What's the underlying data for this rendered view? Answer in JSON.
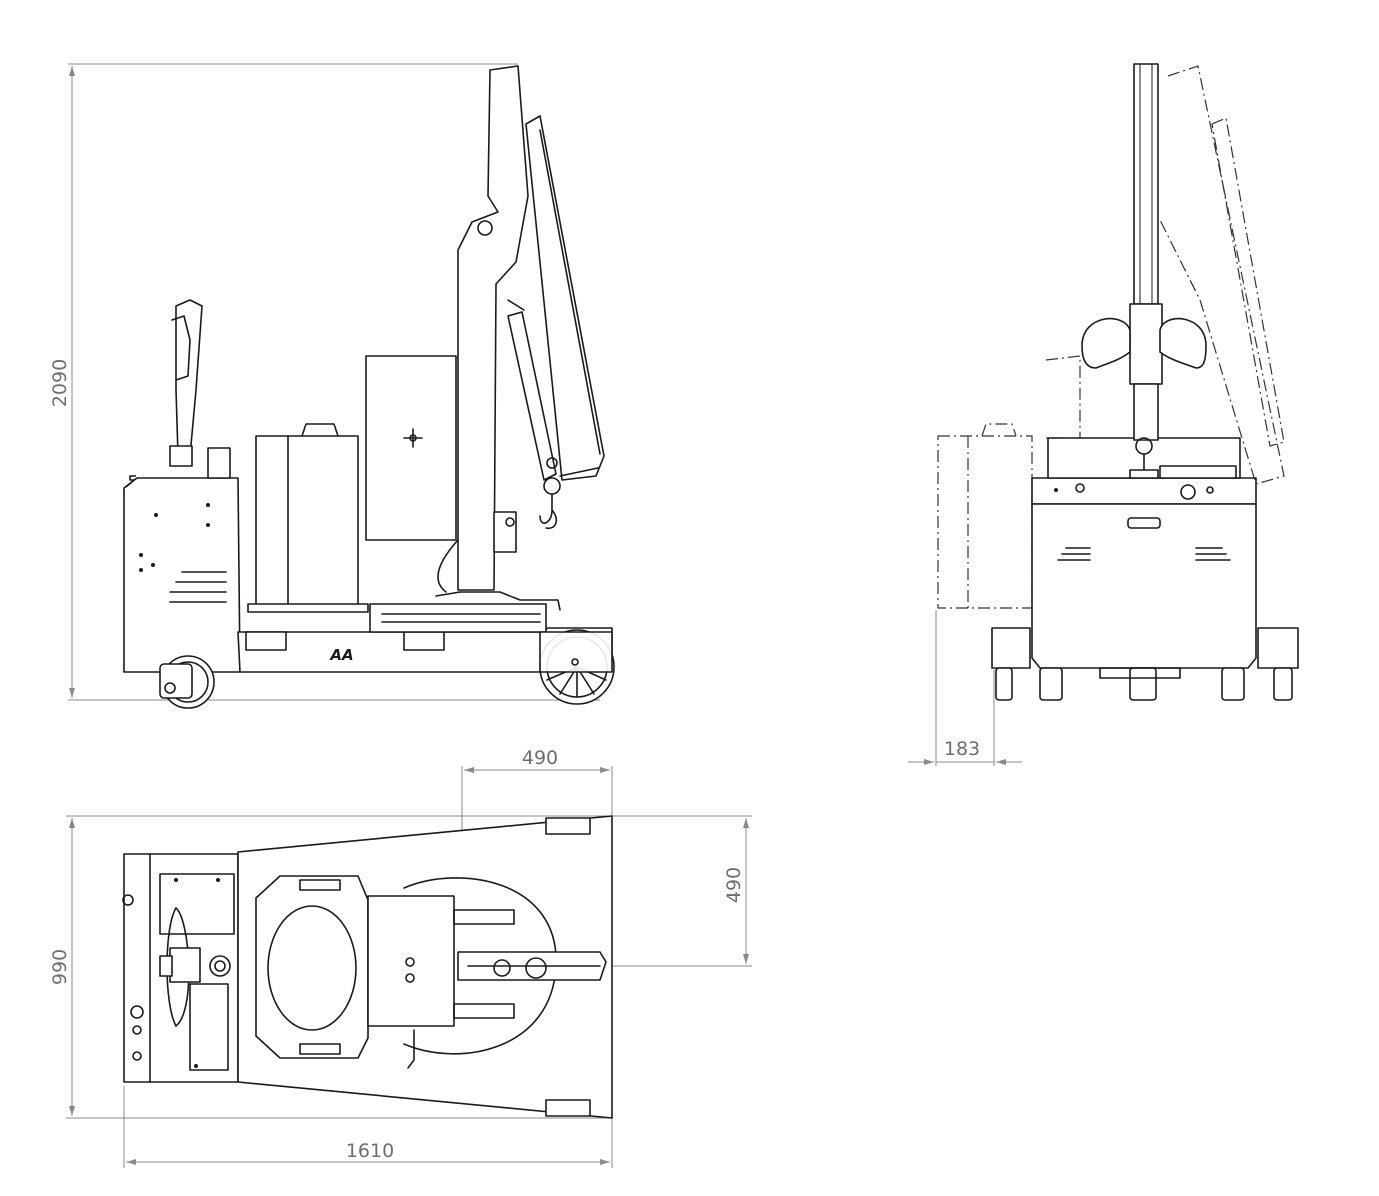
{
  "dimensions": {
    "height_total": "2090",
    "length_total": "1610",
    "width_total": "990",
    "boom_offset_x": "490",
    "boom_offset_y": "490",
    "counterweight_offset": "183"
  },
  "logo_text": "AA"
}
